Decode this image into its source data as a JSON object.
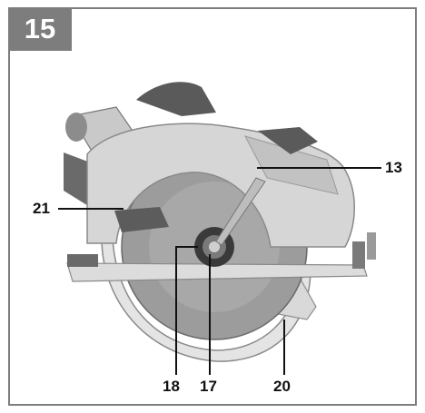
{
  "figure": {
    "number": "15",
    "callouts": {
      "c13": "13",
      "c21": "21",
      "c18": "18",
      "c17": "17",
      "c20": "20"
    }
  },
  "colors": {
    "frame": "#7d7d7d",
    "badge_text": "#ffffff",
    "saw_body": "#d4d4d4",
    "saw_dark": "#4e4e4e",
    "blade": "#9a9a9a",
    "guard": "#e2e2e2",
    "leader": "#111111"
  }
}
